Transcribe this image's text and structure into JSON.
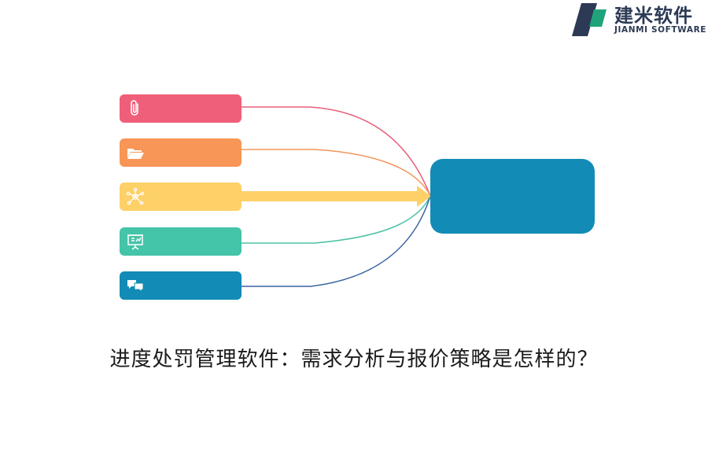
{
  "brand": {
    "name_cn": "建米软件",
    "name_en": "JIANMI SOFTWARE",
    "color_dark": "#2c3a55",
    "color_accent": "#1fa37a"
  },
  "diagram": {
    "nodes": [
      {
        "icon": "paperclip-icon",
        "color": "#f05f7a"
      },
      {
        "icon": "folder-open-icon",
        "color": "#f79656"
      },
      {
        "icon": "network-icon",
        "color": "#fdd068"
      },
      {
        "icon": "presentation-board-icon",
        "color": "#44c4a8"
      },
      {
        "icon": "chat-bubbles-icon",
        "color": "#128bb6"
      }
    ],
    "hub": {
      "color": "#128bb6"
    },
    "highlight_node": 2
  },
  "title": "进度处罚管理软件：需求分析与报价策略是怎样的？"
}
